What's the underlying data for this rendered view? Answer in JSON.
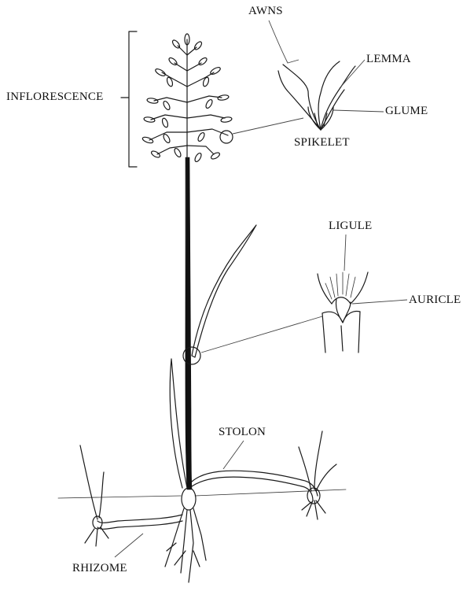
{
  "diagram": {
    "labels": {
      "awns": "AWNS",
      "lemma": "LEMMA",
      "glume": "GLUME",
      "spikelet": "SPIKELET",
      "inflorescence": "INFLORESCENCE",
      "ligule": "LIGULE",
      "auricle": "AURICLE",
      "stolon": "STOLON",
      "rhizome": "RHIZOME"
    }
  }
}
